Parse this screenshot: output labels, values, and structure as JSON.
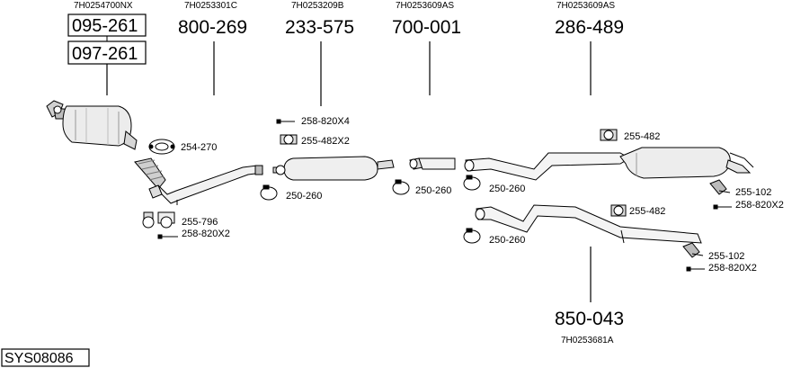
{
  "diagram": {
    "system_code": "SYS08086",
    "columns": [
      {
        "oem": "7H0254700NX",
        "part_numbers": [
          "095-261",
          "097-261"
        ]
      },
      {
        "oem": "7H0253301C",
        "part_number": "800-269"
      },
      {
        "oem": "7H0253209B",
        "part_number": "233-575"
      },
      {
        "oem": "7H0253609AS",
        "part_number": "700-001"
      },
      {
        "oem": "7H0253609AS",
        "part_number": "286-489"
      },
      {
        "oem": "7H0253681A",
        "part_number": "850-043"
      }
    ],
    "fittings": {
      "f254_270": "254-270",
      "f255_796": "255-796",
      "f258_820X2_a": "258-820X2",
      "f258_820X4": "258-820X4",
      "f255_482X2": "255-482X2",
      "f250_260_a": "250-260",
      "f250_260_b": "250-260",
      "f250_260_c": "250-260",
      "f250_260_d": "250-260",
      "f255_482_a": "255-482",
      "f255_482_b": "255-482",
      "f255_102_a": "255-102",
      "f258_820X2_b": "258-820X2",
      "f255_102_b": "255-102",
      "f258_820X2_c": "258-820X2"
    }
  }
}
